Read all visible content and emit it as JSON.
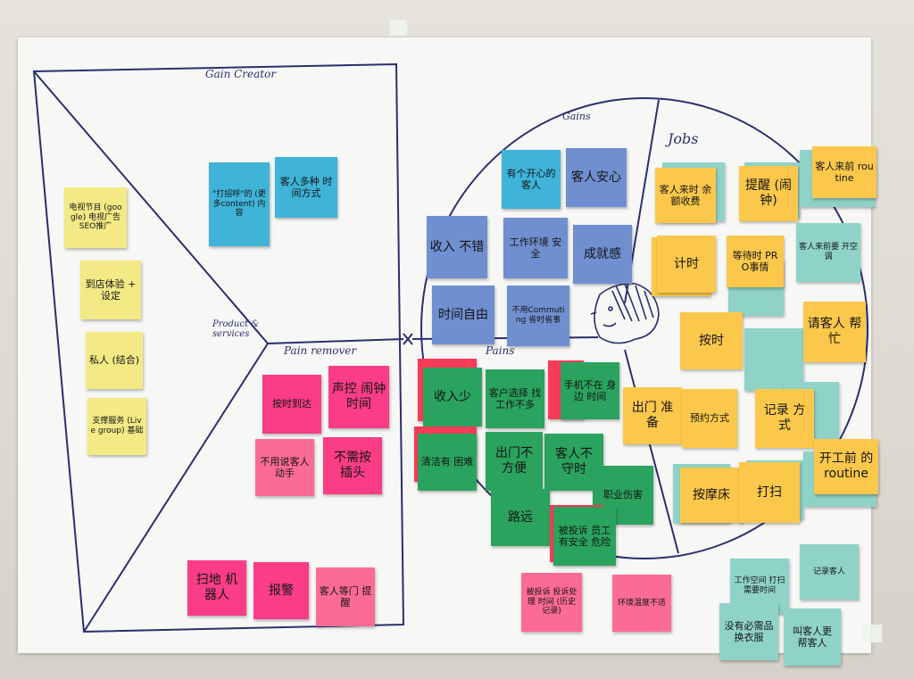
{
  "canvas": {
    "section_labels": {
      "gain_creators": "Gain Creator",
      "products_services": "Product & services",
      "pain_relievers": "Pain remover",
      "gains": "Gains",
      "pains": "Pains",
      "jobs": "Jobs"
    }
  },
  "notes": {
    "gain_creators": [
      {
        "text": "\"打招呼\"的 (更多content) 内容",
        "color": "blue"
      },
      {
        "text": "客人多种 时间方式",
        "color": "blue"
      }
    ],
    "products": [
      {
        "text": "电视节目 (google) 电视广告 SEO推广",
        "color": "yellow"
      },
      {
        "text": "到店体验 + 设定",
        "color": "yellow"
      },
      {
        "text": "私人 (结合)",
        "color": "yellow"
      },
      {
        "text": "支撑服务 (Live group) 基础",
        "color": "yellow"
      }
    ],
    "pain_relievers": [
      {
        "text": "按时到达",
        "color": "pink"
      },
      {
        "text": "声控 闹钟时间",
        "color": "pink"
      },
      {
        "text": "不用说客人动手",
        "color": "pink"
      },
      {
        "text": "不需按 插头",
        "color": "pink"
      },
      {
        "text": "扫地 机器人",
        "color": "pink"
      },
      {
        "text": "报警",
        "color": "pink"
      },
      {
        "text": "客人等门 提醒",
        "color": "pink"
      }
    ],
    "gains": [
      {
        "text": "有个开心的 客人",
        "color": "blue"
      },
      {
        "text": "客人安心",
        "color": "blue"
      },
      {
        "text": "收入 不错",
        "color": "blue"
      },
      {
        "text": "工作环境 安全",
        "color": "blue"
      },
      {
        "text": "成就感",
        "color": "blue"
      },
      {
        "text": "时间自由",
        "color": "blue"
      },
      {
        "text": "不用Commuting 省时省事",
        "color": "blue"
      }
    ],
    "pains": [
      {
        "text": "收入少",
        "color": "green"
      },
      {
        "text": "客户选择 找工作不多",
        "color": "green"
      },
      {
        "text": "手机不在 身边 时间",
        "color": "green"
      },
      {
        "text": "清洁有 困难",
        "color": "green"
      },
      {
        "text": "出门不 方便",
        "color": "green"
      },
      {
        "text": "客人不 守时",
        "color": "green"
      },
      {
        "text": "职业伤害",
        "color": "green"
      },
      {
        "text": "路远",
        "color": "green"
      },
      {
        "text": "被投诉 员工有安全 危险",
        "color": "green"
      }
    ],
    "jobs": [
      {
        "text": "客人来时 余额收费",
        "color": "orange"
      },
      {
        "text": "提醒 (闹钟)",
        "color": "orange"
      },
      {
        "text": "客人来前 routine",
        "color": "orange"
      },
      {
        "text": "计时",
        "color": "orange"
      },
      {
        "text": "等待时 PRO事情",
        "color": "orange"
      },
      {
        "text": "客人来前要 开空调",
        "color": "teal"
      },
      {
        "text": "按时",
        "color": "orange"
      },
      {
        "text": "请客人 帮忙",
        "color": "orange"
      },
      {
        "text": "出门 准备",
        "color": "orange"
      },
      {
        "text": "预约方式",
        "color": "orange"
      },
      {
        "text": "记录 方式",
        "color": "orange"
      },
      {
        "text": "按摩床",
        "color": "orange"
      },
      {
        "text": "打扫",
        "color": "orange"
      },
      {
        "text": "开工前 的routine",
        "color": "orange"
      }
    ],
    "loose": [
      {
        "text": "被投诉 投诉处理 时间 (历史记录)",
        "color": "pink"
      },
      {
        "text": "环境温度不适",
        "color": "pink"
      },
      {
        "text": "工作空间 打扫需要时间",
        "color": "teal"
      },
      {
        "text": "记录客人",
        "color": "teal"
      },
      {
        "text": "没有必需品 换衣服",
        "color": "teal"
      },
      {
        "text": "叫客人更 帮客人",
        "color": "teal"
      }
    ]
  },
  "colors": {
    "ink": "#2a2f6e",
    "yellow": "#f3ea86",
    "orange": "#fbc84c",
    "blue": "#3fb3d8",
    "lightblue": "#6f8fd0",
    "pink": "#fa3d86",
    "green": "#2aa35e",
    "teal": "#8fd3c8"
  }
}
